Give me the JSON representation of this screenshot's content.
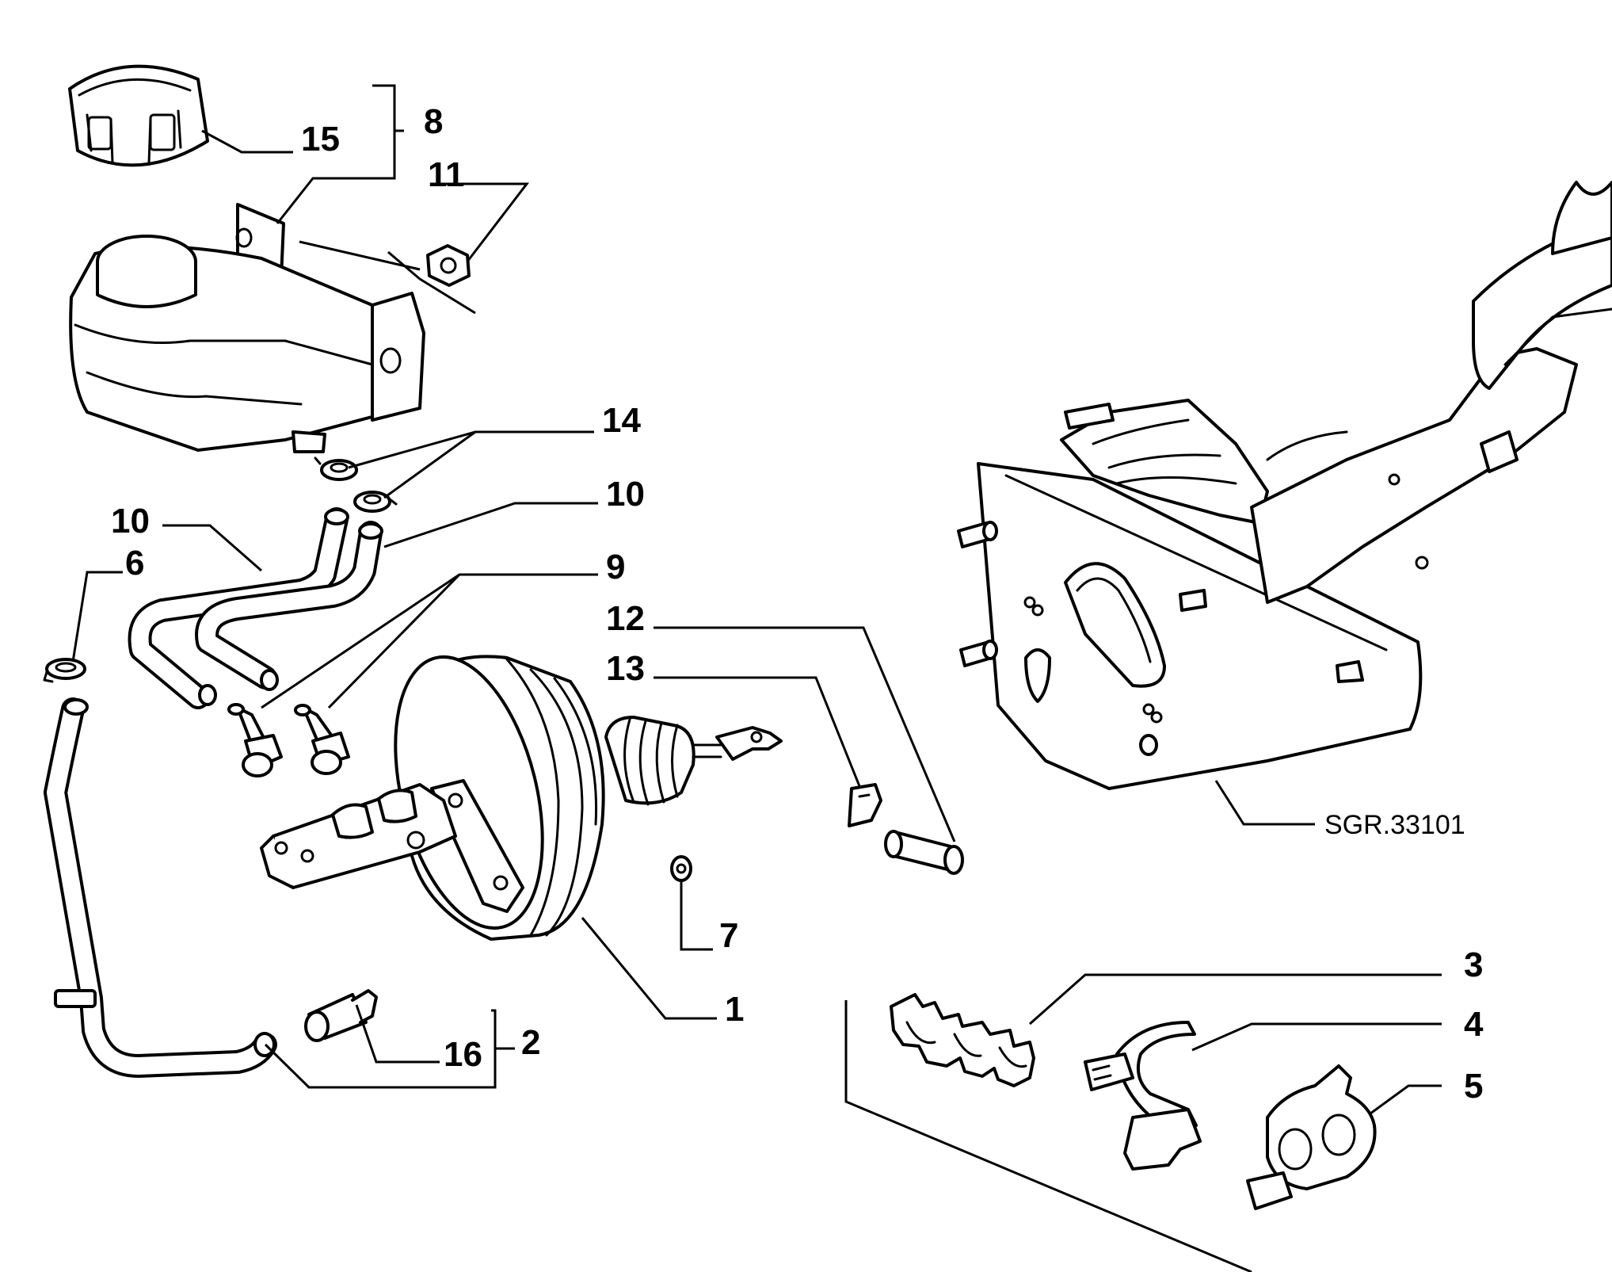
{
  "drawing_code": "SGR.33101",
  "callouts": {
    "c1": "1",
    "c2": "2",
    "c3": "3",
    "c4": "4",
    "c5": "5",
    "c6": "6",
    "c7": "7",
    "c8": "8",
    "c9": "9",
    "c10a": "10",
    "c10b": "10",
    "c11": "11",
    "c12": "12",
    "c13": "13",
    "c14": "14",
    "c15": "15",
    "c16": "16"
  }
}
